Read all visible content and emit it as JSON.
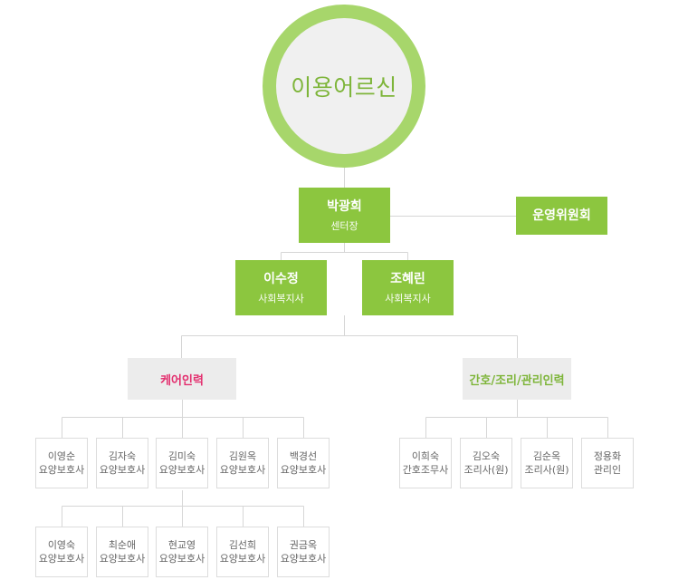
{
  "colors": {
    "green": "#8cc63f",
    "ring": "#a7d66b",
    "pink": "#e3306f",
    "line": "#d6d6d6"
  },
  "top": {
    "label": "이용어르신"
  },
  "director": {
    "name": "박광희",
    "role": "센터장"
  },
  "committee": {
    "label": "운영위원회"
  },
  "social_workers": [
    {
      "name": "이수정",
      "role": "사회복지사"
    },
    {
      "name": "조혜린",
      "role": "사회복지사"
    }
  ],
  "care_group": {
    "label": "케어인력",
    "members": [
      {
        "name": "이영순",
        "role": "요양보호사"
      },
      {
        "name": "김자숙",
        "role": "요양보호사"
      },
      {
        "name": "김미숙",
        "role": "요양보호사"
      },
      {
        "name": "김원옥",
        "role": "요양보호사"
      },
      {
        "name": "백경선",
        "role": "요양보호사"
      },
      {
        "name": "이영숙",
        "role": "요양보호사"
      },
      {
        "name": "최순애",
        "role": "요양보호사"
      },
      {
        "name": "현교영",
        "role": "요양보호사"
      },
      {
        "name": "김선희",
        "role": "요양보호사"
      },
      {
        "name": "권금옥",
        "role": "요양보호사"
      }
    ]
  },
  "nursing_group": {
    "label": "간호/조리/관리인력",
    "members": [
      {
        "name": "이희숙",
        "role": "간호조무사"
      },
      {
        "name": "김오숙",
        "role": "조리사(원)"
      },
      {
        "name": "김순옥",
        "role": "조리사(원)"
      },
      {
        "name": "정용화",
        "role": "관리인"
      }
    ]
  }
}
